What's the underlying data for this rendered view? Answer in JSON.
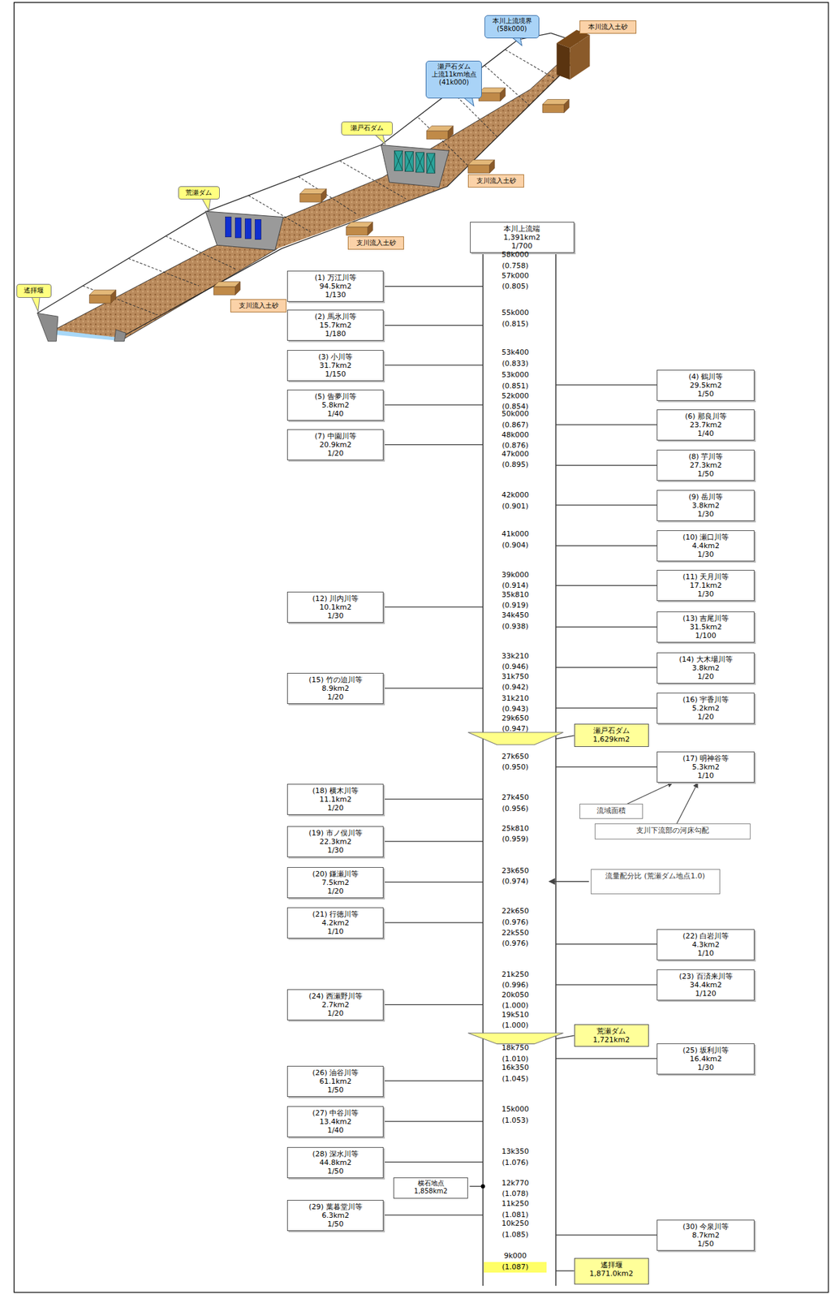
{
  "diagram": {
    "nodes": [
      {
        "text": [
          "本川上流境界 (58k000)"
        ]
      },
      {
        "text": [
          "本川流入土砂"
        ]
      },
      {
        "text": [
          "瀬戸石ダム 上流11km地点 (41k000)"
        ]
      },
      {
        "text": [
          "瀬戸石ダム"
        ]
      },
      {
        "text": [
          "支川流入土砂"
        ]
      },
      {
        "text": [
          "荒瀬ダム"
        ]
      },
      {
        "text": [
          "支川流入土砂"
        ]
      },
      {
        "text": [
          "遙拝堰"
        ]
      },
      {
        "text": [
          "支川流入土砂"
        ]
      },
      {
        "text": [
          "本川上流端",
          "1,391km2",
          "1/700"
        ]
      },
      {
        "text": [
          "(1) 万江川等",
          "94.5km2",
          "1/130"
        ]
      },
      {
        "text": [
          "(2) 馬氷川等",
          "15.7km2",
          "1/180"
        ]
      },
      {
        "text": [
          "(3) 小川等",
          "31.7km2",
          "1/150"
        ]
      },
      {
        "text": [
          "(4) 鶴川等",
          "29.5km2",
          "1/50"
        ]
      },
      {
        "text": [
          "(5) 告夢川等",
          "5.8km2",
          "1/40"
        ]
      },
      {
        "text": [
          "(6) 那良川等",
          "23.7km2",
          "1/40"
        ]
      },
      {
        "text": [
          "(7) 中園川等",
          "20.9km2",
          "1/20"
        ]
      },
      {
        "text": [
          "(8) 芋川等",
          "27.3km2",
          "1/50"
        ]
      },
      {
        "text": [
          "(9) 岳川等",
          "3.8km2",
          "1/30"
        ]
      },
      {
        "text": [
          "(10) 瀬口川等",
          "4.4km2",
          "1/30"
        ]
      },
      {
        "text": [
          "(11) 天月川等",
          "17.1km2",
          "1/30"
        ]
      },
      {
        "text": [
          "(12) 川内川等",
          "10.1km2",
          "1/30"
        ]
      },
      {
        "text": [
          "(13) 吉尾川等",
          "31.5km2",
          "1/100"
        ]
      },
      {
        "text": [
          "(14) 大木場川等",
          "3.8km2",
          "1/20"
        ]
      },
      {
        "text": [
          "(15) 竹の迫川等",
          "8.9km2",
          "1/20"
        ]
      },
      {
        "text": [
          "(16) 宇香川等",
          "5.2km2",
          "1/20"
        ]
      },
      {
        "text": [
          "瀬戸石ダム",
          "1,629km2"
        ]
      },
      {
        "text": [
          "(17) 明神谷等",
          "5.3km2",
          "1/10"
        ]
      },
      {
        "text": [
          "(18) 横木川等",
          "11.1km2",
          "1/20"
        ]
      },
      {
        "text": [
          "流域面積"
        ]
      },
      {
        "text": [
          "支川下流部の河床勾配"
        ]
      },
      {
        "text": [
          "(19) 市ノ俣川等",
          "22.3km2",
          "1/30"
        ]
      },
      {
        "text": [
          "(20) 鎌瀬川等",
          "7.5km2",
          "1/20"
        ]
      },
      {
        "text": [
          "流量配分比 (荒瀬ダム地点1.0)"
        ]
      },
      {
        "text": [
          "(21) 行徳川等",
          "4.2km2",
          "1/10"
        ]
      },
      {
        "text": [
          "(22) 白岩川等",
          "4.3km2",
          "1/10"
        ]
      },
      {
        "text": [
          "(23) 百済来川等",
          "34.4km2",
          "1/120"
        ]
      },
      {
        "text": [
          "(24) 西瀬野川等",
          "2.7km2",
          "1/20"
        ]
      },
      {
        "text": [
          "荒瀬ダム",
          "1,721km2"
        ]
      },
      {
        "text": [
          "(25) 坂利川等",
          "16.4km2",
          "1/30"
        ]
      },
      {
        "text": [
          "(26) 油谷川等",
          "61.1km2",
          "1/50"
        ]
      },
      {
        "text": [
          "(27) 中谷川等",
          "13.4km2",
          "1/40"
        ]
      },
      {
        "text": [
          "(28) 深水川等",
          "44.8km2",
          "1/50"
        ]
      },
      {
        "text": [
          "横石地点",
          "1,858km2"
        ]
      },
      {
        "text": [
          "(29) 葉暮堂川等",
          "6.3km2",
          "1/50"
        ]
      },
      {
        "text": [
          "(30) 今泉川等",
          "8.7km2",
          "1/50"
        ]
      },
      {
        "text": [
          "遙拝堰",
          "1,871.0km2"
        ]
      }
    ],
    "edges": [
      {
        "from": 29,
        "to": 27,
        "arrow": "to"
      },
      {
        "from": 30,
        "to": 27,
        "arrow": "to"
      }
    ],
    "labels": [
      "58k000",
      "(0.758)",
      "57k000",
      "(0.805)",
      "55k000",
      "(0.815)",
      "53k400",
      "(0.833)",
      "53k000",
      "(0.851)",
      "52k000",
      "(0.854)",
      "50k000",
      "(0.867)",
      "48k000",
      "(0.876)",
      "47k000",
      "(0.895)",
      "42k000",
      "(0.901)",
      "41k000",
      "(0.904)",
      "39k000",
      "(0.914)",
      "35k810",
      "(0.919)",
      "34k450",
      "(0.938)",
      "33k210",
      "(0.946)",
      "31k750",
      "(0.942)",
      "31k210",
      "(0.943)",
      "29k650",
      "(0.947)",
      "27k650",
      "(0.950)",
      "27k450",
      "(0.956)",
      "25k810",
      "(0.959)",
      "23k650",
      "(0.974)",
      "22k650",
      "(0.976)",
      "22k550",
      "(0.976)",
      "21k250",
      "(0.996)",
      "20k050",
      "(1.000)",
      "19k510",
      "(1.000)",
      "18k750",
      "(1.010)",
      "16k350",
      "(1.045)",
      "15k000",
      "(1.053)",
      "13k350",
      "(1.076)",
      "12k770",
      "(1.078)",
      "11k250",
      "(1.081)",
      "10k250",
      "(1.085)",
      "9k000",
      "(1.087)"
    ]
  }
}
